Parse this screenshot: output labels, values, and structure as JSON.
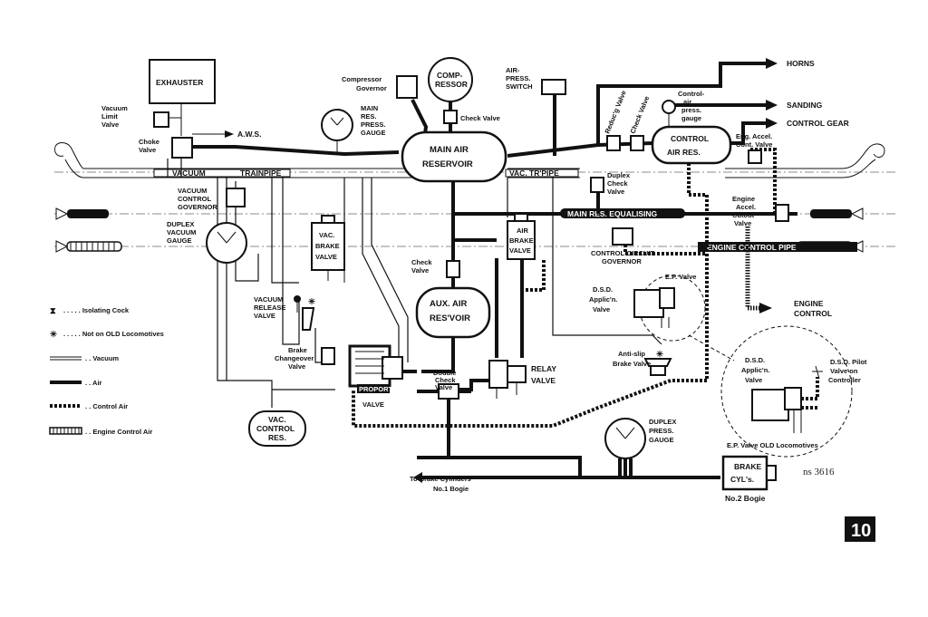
{
  "components": {
    "exhauster": "EXHAUSTER",
    "vacuum_limit_valve": [
      "Vacuum",
      "Limit",
      "Valve"
    ],
    "choke_valve": [
      "Choke",
      "Valve"
    ],
    "aws": "A.W.S.",
    "main_res_gauge": [
      "MAIN",
      "RES.",
      "PRESS.",
      "GAUGE"
    ],
    "compressor_governor": [
      "Compressor",
      "Governor"
    ],
    "compressor": [
      "COMP-",
      "RESSOR"
    ],
    "check_valve_top": "Check Valve",
    "air_press_switch": [
      "AIR-",
      "PRESS.",
      "SWITCH"
    ],
    "main_air_reservoir": [
      "MAIN AIR",
      "RESERVOIR"
    ],
    "vacuum_trainpipe_left": "VACUUM",
    "vacuum_trainpipe_right": "TRAINPIPE",
    "vac_trpipe": "VAC. TR'PIPE",
    "vacuum_control_governor": [
      "VACUUM",
      "CONTROL",
      "GOVERNOR"
    ],
    "duplex_vacuum_gauge": [
      "DUPLEX",
      "VACUUM",
      "GAUGE"
    ],
    "vac_brake_valve": [
      "VAC.",
      "BRAKE",
      "VALVE"
    ],
    "air_brake_valve": [
      "AIR",
      "BRAKE",
      "VALVE"
    ],
    "check_valve_mid": [
      "Check",
      "Valve"
    ],
    "aux_air_res": [
      "AUX. AIR",
      "RES'VOIR"
    ],
    "vacuum_release_valve": [
      "VACUUM",
      "RELEASE",
      "VALVE"
    ],
    "brake_changeover_valve": [
      "Brake",
      "Changeover",
      "Valve"
    ],
    "proport_valve": [
      "PROPORT.",
      "VALVE"
    ],
    "double_check_valve": [
      "Double",
      "Check",
      "Valve"
    ],
    "relay_valve": [
      "RELAY",
      "VALVE"
    ],
    "vac_control_res": [
      "VAC.",
      "CONTROL",
      "RES."
    ],
    "reducing_valve": "Reduc'g Valve",
    "check_valve_right": "Check Valve",
    "control_air_gauge": [
      "Control-",
      "air",
      "press.",
      "gauge"
    ],
    "control_air_res": [
      "CONTROL",
      "AIR RES."
    ],
    "duplex_check_valve": [
      "Duplex",
      "Check",
      "Valve"
    ],
    "main_res_equalising": "MAIN RES. EQUALISING",
    "control_circuit_governor": [
      "CONTROL-CIRCUIT",
      "GOVERNOR"
    ],
    "ep_valve": "E.P. Valve",
    "dsd_applic_valve": [
      "D.S.D.",
      "Applic'n.",
      "Valve"
    ],
    "anti_slip_brake_valve": [
      "Anti-slip",
      "Brake Valve"
    ],
    "duplex_press_gauge": [
      "DUPLEX",
      "PRESS.",
      "GAUGE"
    ],
    "eng_accel_cont_valve": [
      "Eng. Accel.",
      "Cont. Valve"
    ],
    "engine_accel_cutout_valve": [
      "Engine",
      "Accel.",
      "Cutout",
      "Valve"
    ],
    "engine_control_pipe": "ENGINE CONTROL PIPE",
    "horns": "HORNS",
    "sanding": "SANDING",
    "control_gear": "CONTROL GEAR",
    "engine_control": [
      "ENGINE",
      "CONTROL"
    ],
    "brake_cyls": [
      "BRAKE",
      "CYL's."
    ],
    "no2_bogie": "No.2 Bogie",
    "to_brake_cylinders": [
      "To Brake Cylinders",
      "No.1 Bogie"
    ],
    "dsd_applic_valve_inset": [
      "D.S.D.",
      "Applic'n.",
      "Valve"
    ],
    "dsd_pilot_valve": [
      "D.S.D. Pilot",
      "Valve on",
      "Controller"
    ],
    "ep_valve_old": "E.P. Valve OLD Locomotives",
    "drawing_ref": "ns 3616",
    "page_number": "10"
  },
  "legend": [
    {
      "symbol": "isolating-cock",
      "glyph": "⧗",
      "text": ". . . . . Isolating Cock"
    },
    {
      "symbol": "asterisk",
      "glyph": "✳",
      "text": ". . . . . Not on OLD Locomotives"
    },
    {
      "symbol": "vacuum-line",
      "text": ". . Vacuum"
    },
    {
      "symbol": "air-line",
      "text": ". . Air"
    },
    {
      "symbol": "control-air-line",
      "text": ". . Control Air"
    },
    {
      "symbol": "engine-control-air-line",
      "text": ". . Engine Control Air"
    }
  ]
}
